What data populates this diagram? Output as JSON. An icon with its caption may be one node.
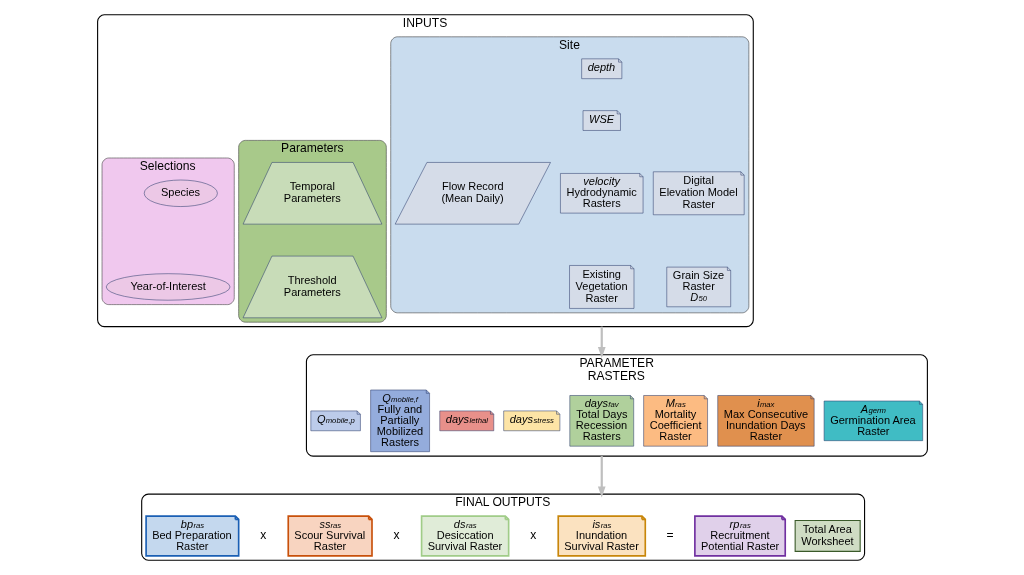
{
  "diagram": {
    "nodes": [
      {
        "text": [
          "INPUTS"
        ]
      },
      {
        "text": [
          "Site"
        ],
        "in": 0
      },
      {
        "text": [
          "depth"
        ],
        "in": 1
      },
      {
        "text": [
          "WSE"
        ],
        "in": 1
      },
      {
        "text": [
          "velocity",
          "Hydrodynamic Rasters"
        ],
        "in": 1
      },
      {
        "text": [
          "Digital Elevation Model Raster"
        ],
        "in": 1
      },
      {
        "text": [
          "Flow Record (Mean Daily)"
        ],
        "in": 1
      },
      {
        "text": [
          "Existing Vegetation Raster"
        ],
        "in": 1
      },
      {
        "text": [
          "Grain Size Raster",
          "D$_{50}$"
        ],
        "in": 1
      },
      {
        "text": [
          "Parameters"
        ],
        "in": 0
      },
      {
        "text": [
          "Temporal Parameters"
        ],
        "in": 9
      },
      {
        "text": [
          "Threshold Parameters"
        ],
        "in": 9
      },
      {
        "text": [
          "Selections"
        ],
        "in": 0
      },
      {
        "text": [
          "Species"
        ],
        "in": 12
      },
      {
        "text": [
          "Year-of-Interest"
        ],
        "in": 12
      },
      {
        "text": [
          "PARAMETER RASTERS"
        ]
      },
      {
        "text": [
          "Q$_{mobile,p}$"
        ],
        "in": 15
      },
      {
        "text": [
          "Q$_{mobile,f}$",
          "Fully and Partially Mobilized Rasters"
        ],
        "in": 15
      },
      {
        "text": [
          "days$_{lethal}$"
        ],
        "in": 15
      },
      {
        "text": [
          "days$_{stress}$"
        ],
        "in": 15
      },
      {
        "text": [
          "days$_{fav}$",
          "Total Days Recession Rasters"
        ],
        "in": 15
      },
      {
        "text": [
          "M$_{ras}$",
          "Mortality Coefficient Raster"
        ],
        "in": 15
      },
      {
        "text": [
          "i$_{max}$",
          "Max Consecutive Inundation Days Raster"
        ],
        "in": 15
      },
      {
        "text": [
          "A$_{germ}$",
          "Germination Area Raster"
        ],
        "in": 15
      },
      {
        "text": [
          "FINAL OUTPUTS"
        ]
      },
      {
        "text": [
          "bp$_{ras}$",
          "Bed Preparation Raster"
        ],
        "in": 24
      },
      {
        "text": [
          "ss$_{ras}$",
          "Scour Survival Raster"
        ],
        "in": 24
      },
      {
        "text": [
          "ds$_{ras}$",
          "Desiccation Survival Raster"
        ],
        "in": 24
      },
      {
        "text": [
          "is$_{ras}$",
          "Inundation Survival Raster"
        ],
        "in": 24
      },
      {
        "text": [
          "rp$_{ras}$",
          "Recruitment Potential Raster"
        ],
        "in": 24
      },
      {
        "text": [
          "Total Area Worksheet"
        ],
        "in": 24
      }
    ],
    "edges": [
      {
        "from": 0,
        "to": 15,
        "arrow": "to"
      },
      {
        "from": 15,
        "to": 24,
        "arrow": "to"
      }
    ],
    "labels": [
      "x",
      "x",
      "x",
      "="
    ]
  }
}
